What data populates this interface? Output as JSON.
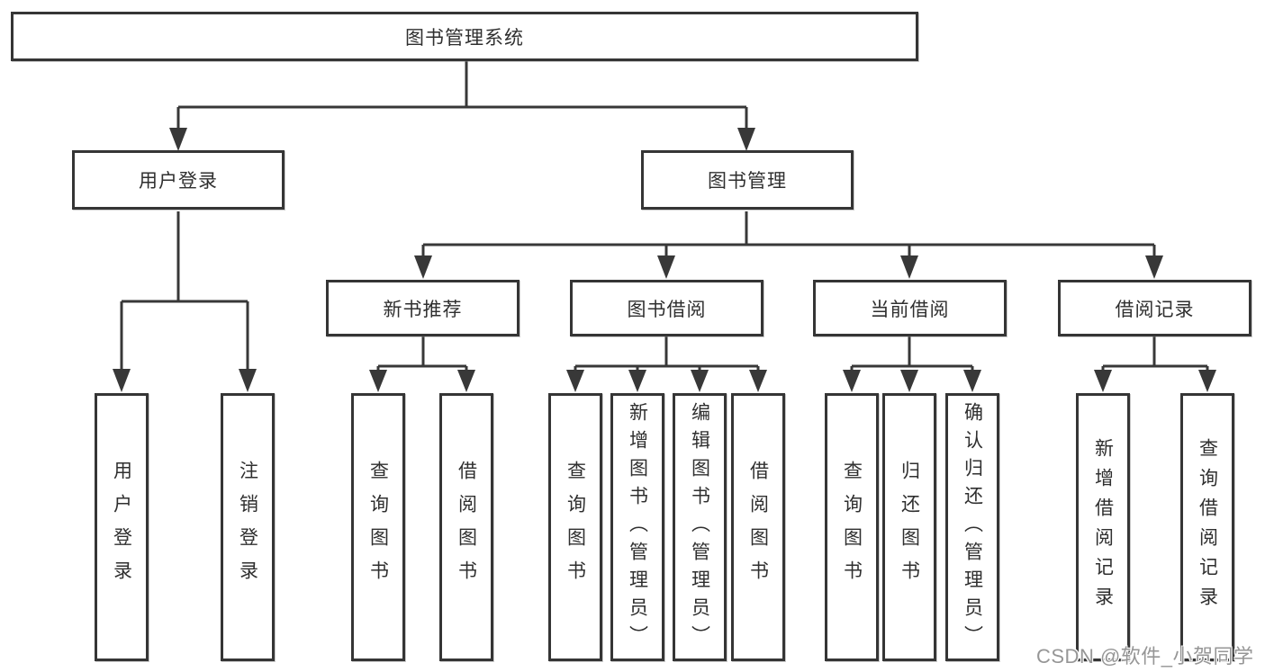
{
  "diagram": {
    "root": {
      "label": "图书管理系统"
    },
    "branches": [
      {
        "label": "用户登录",
        "children": [
          {
            "label": "用户登录"
          },
          {
            "label": "注销登录"
          }
        ]
      },
      {
        "label": "图书管理",
        "children": [
          {
            "label": "新书推荐",
            "children": [
              {
                "label": "查询图书"
              },
              {
                "label": "借阅图书"
              }
            ]
          },
          {
            "label": "图书借阅",
            "children": [
              {
                "label": "查询图书"
              },
              {
                "label": "新增图书（管理员）"
              },
              {
                "label": "编辑图书（管理员）"
              },
              {
                "label": "借阅图书"
              }
            ]
          },
          {
            "label": "当前借阅",
            "children": [
              {
                "label": "查询图书"
              },
              {
                "label": "归还图书"
              },
              {
                "label": "确认归还（管理员）"
              }
            ]
          },
          {
            "label": "借阅记录",
            "children": [
              {
                "label": "新增借阅记录"
              },
              {
                "label": "查询借阅记录"
              }
            ]
          }
        ]
      }
    ]
  },
  "watermark": {
    "text": "CSDN @软件_小贺同学"
  },
  "colors": {
    "line": "#383838",
    "box_border": "#353535",
    "text": "#2f2f2f",
    "background": "#ffffff",
    "watermark": "#969696"
  }
}
